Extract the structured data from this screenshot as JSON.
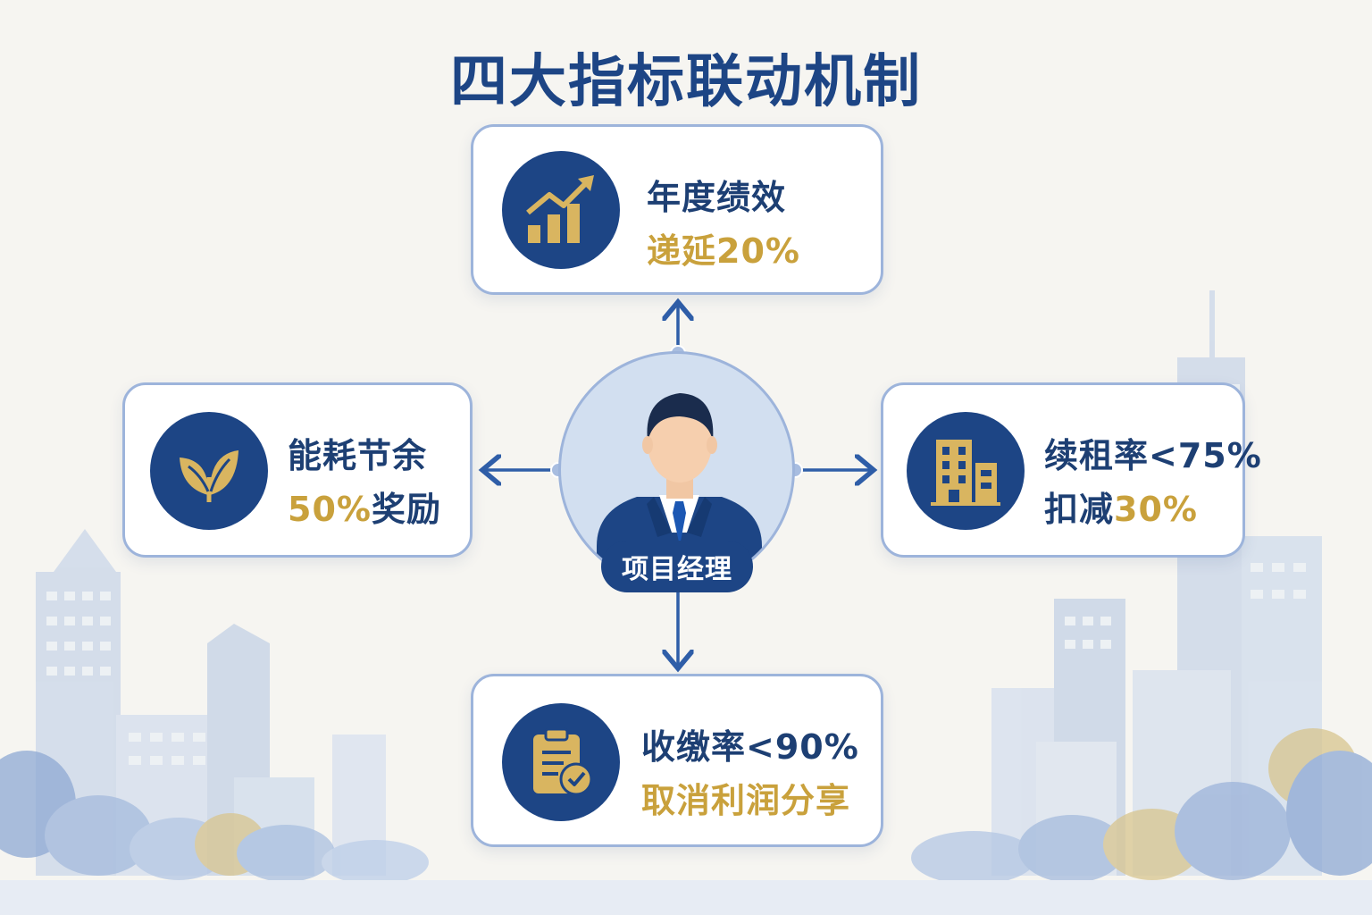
{
  "title": "四大指标联动机制",
  "center": {
    "label": "项目经理",
    "icon": "manager-avatar-icon"
  },
  "nodes": {
    "top": {
      "line1": "年度绩效",
      "line2_prefix": "递延",
      "line2_value": "20%",
      "icon": "growth-chart-icon"
    },
    "left": {
      "line1": "能耗节余",
      "line2_value": "50%",
      "line2_suffix": "奖励",
      "icon": "leaf-icon"
    },
    "right": {
      "line1": "续租率<75%",
      "line2_prefix": "扣减",
      "line2_value": "30%",
      "icon": "building-icon"
    },
    "bottom": {
      "line1": "收缴率<90%",
      "line2": "取消利润分享",
      "icon": "clipboard-check-icon"
    }
  },
  "colors": {
    "navy": "#1d4585",
    "gold": "#c9a13c",
    "border": "#9db4db",
    "background": "#f6f5f1"
  }
}
